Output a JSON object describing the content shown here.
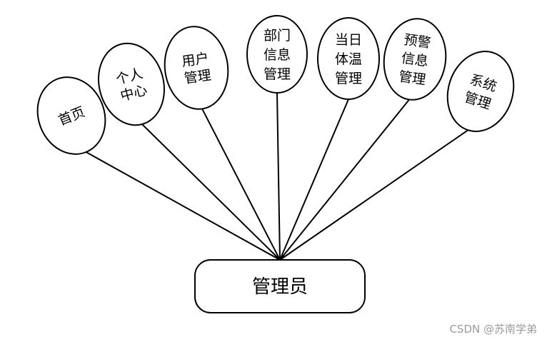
{
  "root": {
    "label": "管理员"
  },
  "nodes": [
    {
      "id": "home",
      "lines": [
        "首页"
      ]
    },
    {
      "id": "personal-center",
      "lines": [
        "个人",
        "中心"
      ]
    },
    {
      "id": "user-management",
      "lines": [
        "用户",
        "管理"
      ]
    },
    {
      "id": "department-info-management",
      "lines": [
        "部门",
        "信息",
        "管理"
      ]
    },
    {
      "id": "daily-temperature-management",
      "lines": [
        "当日",
        "体温",
        "管理"
      ]
    },
    {
      "id": "warning-info-management",
      "lines": [
        "预警",
        "信息",
        "管理"
      ]
    },
    {
      "id": "system-management",
      "lines": [
        "系统",
        "管理"
      ]
    }
  ],
  "watermark": "CSDN @苏南学弟",
  "colors": {
    "stroke": "#000000",
    "background": "#ffffff",
    "watermark": "#9a9a9a"
  }
}
